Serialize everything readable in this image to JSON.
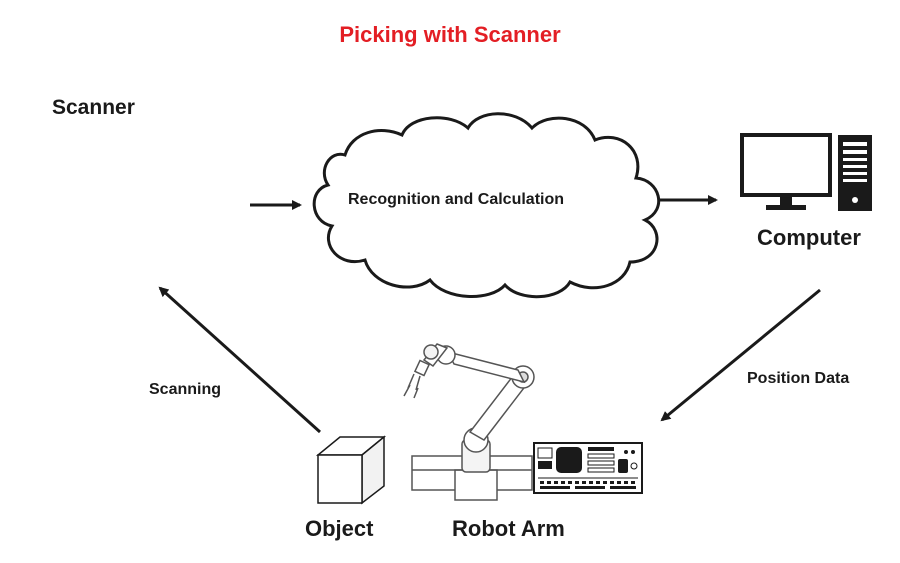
{
  "title": "Picking with Scanner",
  "colors": {
    "title": "#e31e24",
    "ink": "#1a1a1a"
  },
  "nodes": {
    "scanner": "Scanner",
    "process": "Recognition and Calculation",
    "computer": "Computer",
    "object": "Object",
    "robot_arm": "Robot Arm"
  },
  "edges": {
    "scanner_to_process": "",
    "process_to_computer": "",
    "computer_to_robot": "Position Data",
    "object_to_scanner": "Scanning"
  },
  "icons": {
    "computer": "desktop-computer-icon",
    "object": "cube-icon",
    "robot_arm": "robot-arm-icon",
    "controller": "robot-controller-icon",
    "cloud": "cloud-shape"
  }
}
